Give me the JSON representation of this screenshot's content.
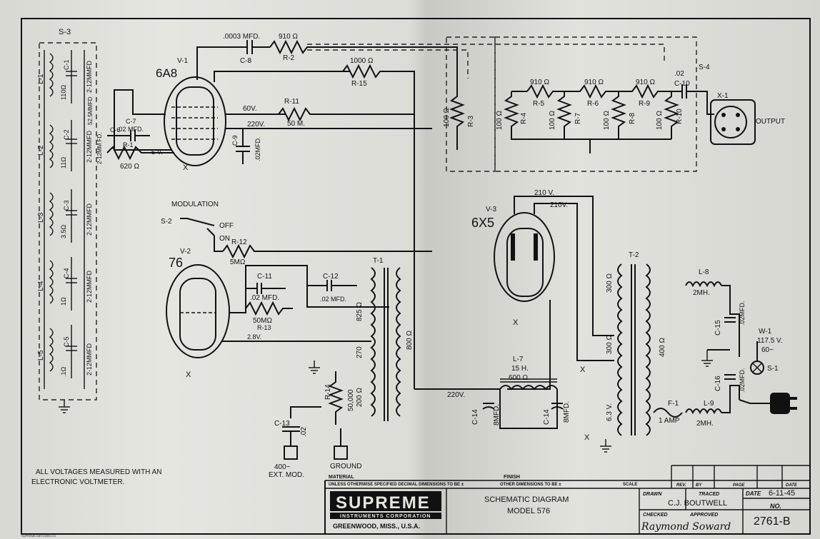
{
  "title_block": {
    "company": "SUPREME",
    "company_sub": "INSTRUMENTS CORPORATION",
    "company_city": "GREENWOOD, MISS., U.S.A.",
    "drawing_title_1": "SCHEMATIC DIAGRAM",
    "drawing_title_2": "MODEL 576",
    "material_label": "MATERIAL",
    "finish_label": "FINISH",
    "tolerance_text": "UNLESS OTHERWISE SPECIFIED DECIMAL DIMENSIONS TO BE ±",
    "other_dim_text": "OTHER DIMENSIONS TO BE ±",
    "scale_label": "SCALE",
    "rev_label": "REV.",
    "by_label": "BY",
    "page_label": "PAGE",
    "date_label_top": "DATE",
    "drawn_label": "DRAWN",
    "traced_label": "TRACED",
    "traced_by": "C.J. BOUTWELL",
    "checked_label": "CHECKED",
    "approved_label": "APPROVED",
    "date_label": "DATE",
    "date_value": "6-11-45",
    "no_label": "NO.",
    "number": "2761-B",
    "signature": "Raymond Soward"
  },
  "notes": {
    "line1": "ALL VOLTAGES MEASURED WITH AN",
    "line2": "ELECTRONIC VOLTMETER.",
    "printer": "SUPREME DIETZGEN CO."
  },
  "tubes": {
    "v1_ref": "V-1",
    "v1_type": "6A8",
    "v2_ref": "V-2",
    "v2_type": "76",
    "v3_ref": "V-3",
    "v3_type": "6X5"
  },
  "switches": {
    "s3": "S-3",
    "s4": "S-4",
    "s2": "S-2",
    "s1": "S-1",
    "modulation": "MODULATION",
    "off": "OFF",
    "on": "ON"
  },
  "coils": [
    "L-1",
    "L-2",
    "L-3",
    "L-4",
    "L-5"
  ],
  "coil_values": [
    "110Ω",
    "11Ω",
    "3.5Ω",
    "1Ω",
    ".1Ω"
  ],
  "trimmers": [
    "C-1",
    "C-2",
    "C-3",
    "C-4",
    "C-5"
  ],
  "trimmer_values": [
    "2-12MMFD",
    "2-12MMFD",
    "2-12MMFD",
    "2-12MMFD",
    "2-12MMFD"
  ],
  "band_caps": {
    "mmfd_525": "52.5MMFD",
    "c6": "C-6",
    "c6_val": "2-12MM FD."
  },
  "components": {
    "c8": "C-8",
    "c8_val": ".0003 MFD.",
    "r2": "R-2",
    "r2_val": "910 Ω",
    "r15": "R-15",
    "r15_val": "1000 Ω",
    "r11": "R-11",
    "r11_val": "50 M.",
    "v60": "60V.",
    "v220": "220V.",
    "c9": "C-9",
    "c9_val": ".02MFD.",
    "c7": "C-7",
    "c7_val": ".02 MFD.",
    "r1": "R-1",
    "r1_val": "620 Ω",
    "v5": "5-V.",
    "r12": "R-12",
    "r12_val": "5MΩ",
    "c11": "C-11",
    "c11_val": ".02 MFD.",
    "r13": "R-13",
    "r13_val": "50MΩ",
    "c12": "C-12",
    "c12_val": ".02 MFD.",
    "v28": "2.8V.",
    "t1": "T-1",
    "t1_825": "825 Ω",
    "t1_800": "800 Ω",
    "t1_270": "270",
    "t1_200": "200 Ω",
    "r14": "R-14",
    "r14_val": "50,000",
    "c13": "C-13",
    "c13_val": ".02",
    "ext_mod_1": "400~",
    "ext_mod_2": "EXT. MOD.",
    "ground": "GROUND",
    "r3": "R-3",
    "r3_val": "100 Ω",
    "r4": "R-4",
    "r4_val": "100 Ω",
    "r5": "R-5",
    "r5_val": "910 Ω",
    "r7": "R-7",
    "r7_val": "100 Ω",
    "r6": "R-6",
    "r6_val": "910 Ω",
    "r8": "R-8",
    "r8_val": "100 Ω",
    "r9": "R-9",
    "r9_val": "910 Ω",
    "r10": "R-10",
    "r10_val": "100 Ω",
    "c10": "C-10",
    "c10_val": ".02",
    "x1": "X-1",
    "output": "OUTPUT",
    "v210a": "210 V.",
    "v210b": "210V.",
    "t2": "T-2",
    "t2_300a": "300 Ω",
    "t2_300b": "300 Ω",
    "t2_400": "400 Ω",
    "t2_63": "6.3 V.",
    "l7": "L-7",
    "l7_h": "15 H.",
    "l7_ohm": "600 Ω",
    "v220b": "220V.",
    "c14a": "C-14",
    "c14a_val": "8MFD.",
    "c14b": "C-14",
    "c14b_val": "8MFD.",
    "l8": "L-8",
    "l8_val": "2MH.",
    "l9": "L-9",
    "l9_val": "2MH.",
    "c15": "C-15",
    "c15_val": ".02MFD.",
    "c16": "C-16",
    "c16_val": ".02MFD.",
    "f1": "F-1",
    "f1_val": "1 AMP",
    "w1": "W-1",
    "w1_v": "117.5 V.",
    "w1_hz": "60~",
    "x_mark": "X"
  }
}
